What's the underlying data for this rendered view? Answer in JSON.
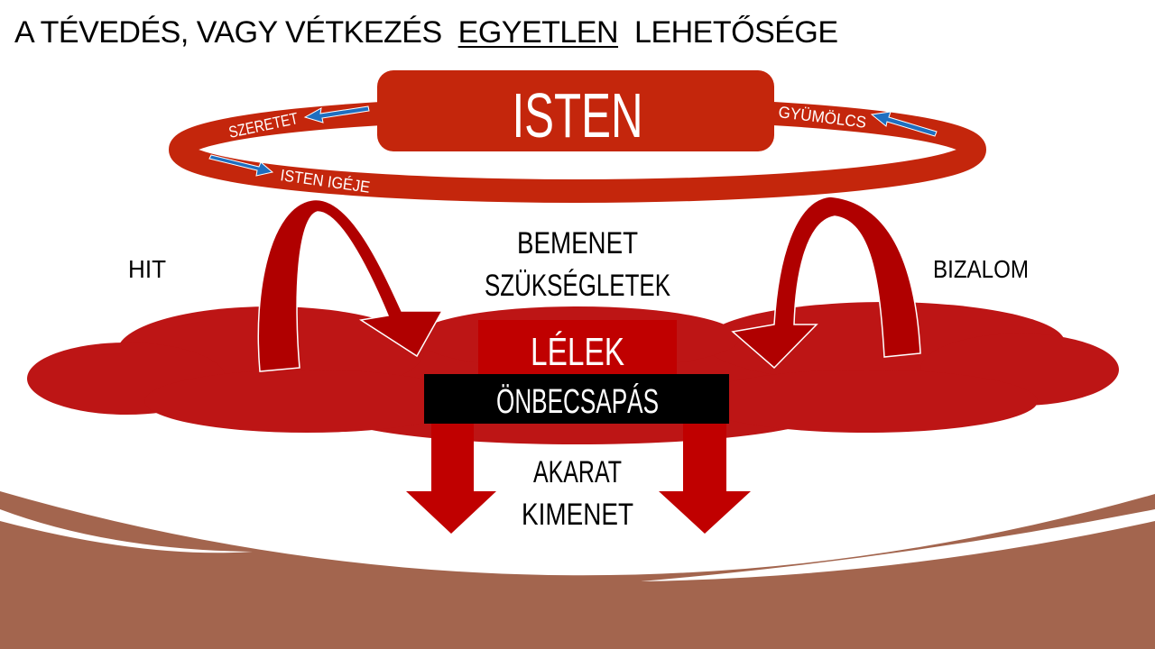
{
  "title": {
    "part1": "A TÉVEDÉS, VAGY VÉTKEZÉS",
    "emphasis": "EGYETLEN",
    "part2": "LEHETŐSÉGE"
  },
  "diagram": {
    "god": "ISTEN",
    "ring_labels": {
      "love": "SZERETET",
      "fruit": "GYÜMÖLCS",
      "word": "ISTEN IGÉJE"
    },
    "faith": "HIT",
    "trust": "BIZALOM",
    "input_line1": "BEMENET",
    "input_line2": "SZÜKSÉGLETEK",
    "soul": "LÉLEK",
    "self_deception": "ÖNBECSAPÁS",
    "output_line1": "AKARAT",
    "output_line2": "KIMENET"
  },
  "colors": {
    "ring_red": "#c4260c",
    "cloud_red": "#bd1515",
    "arrow_red": "#c00000",
    "dark_red": "#9e0000",
    "blue_arrow": "#1f6fc0",
    "brown": "#a3654e"
  }
}
